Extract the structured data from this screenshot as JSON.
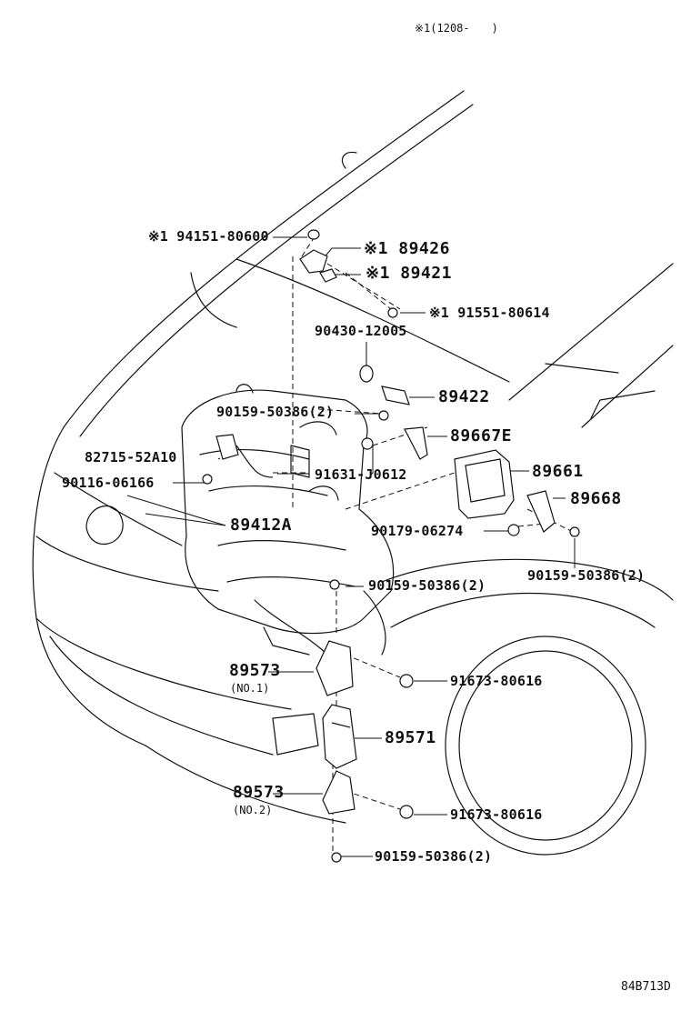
{
  "header_note": "※1(1208-　　)",
  "figure_code": "84B713D",
  "labels": {
    "p94151": "※1 94151-80600",
    "p89426": "※1 89426",
    "p89421": "※1 89421",
    "p91551": "※1 91551-80614",
    "p90430": "90430-12005",
    "p89422": "89422",
    "p90159a": "90159-50386(2)",
    "p89667e": "89667E",
    "p82715": "82715-52A10",
    "p89661": "89661",
    "p90116": "90116-06166",
    "p91631": "91631-J0612",
    "p89668": "89668",
    "p89412a": "89412A",
    "p90179": "90179-06274",
    "p90159b": "90159-50386(2)",
    "p90159c": "90159-50386(2)",
    "p89573a": "89573",
    "p89573a_sub": "(NO.1)",
    "p91673a": "91673-80616",
    "p89571": "89571",
    "p89573b": "89573",
    "p89573b_sub": "(NO.2)",
    "p91673b": "91673-80616",
    "p90159d": "90159-50386(2)"
  }
}
